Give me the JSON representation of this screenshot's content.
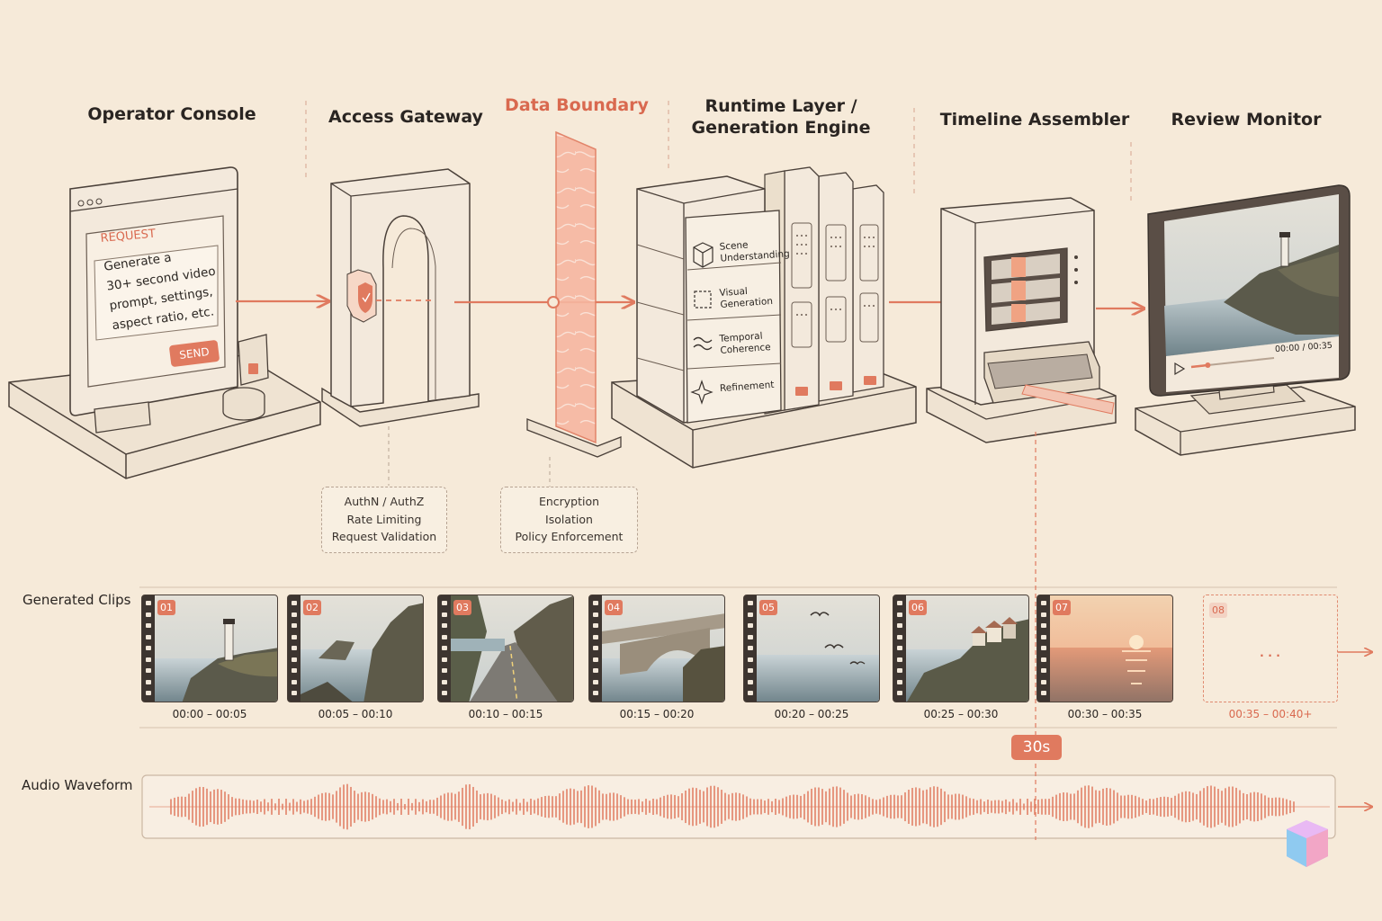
{
  "stages": [
    {
      "title": "Operator Console"
    },
    {
      "title": "Access Gateway"
    },
    {
      "title": "Data Boundary"
    },
    {
      "title_lines": [
        "Runtime Layer /",
        "Generation Engine"
      ]
    },
    {
      "title": "Timeline Assembler"
    },
    {
      "title": "Review Monitor"
    }
  ],
  "console": {
    "request_label": "REQUEST",
    "prompt_lines": [
      "Generate a",
      "30+ second video",
      "prompt, settings,",
      "aspect ratio, etc."
    ],
    "send_label": "SEND"
  },
  "gateway_notes": [
    "AuthN / AuthZ",
    "Rate Limiting",
    "Request Validation"
  ],
  "boundary_notes": [
    "Encryption",
    "Isolation",
    "Policy Enforcement"
  ],
  "engine_modules": [
    {
      "label_lines": [
        "Scene",
        "Understanding"
      ],
      "icon": "cube-icon"
    },
    {
      "label_lines": [
        "Visual",
        "Generation"
      ],
      "icon": "dashed-square-icon"
    },
    {
      "label_lines": [
        "Temporal",
        "Coherence"
      ],
      "icon": "wave-icon"
    },
    {
      "label_lines": [
        "Refinement"
      ],
      "icon": "sparkle-icon"
    }
  ],
  "monitor": {
    "time": "00:00 / 00:35",
    "progress": 0.2
  },
  "clips_row": {
    "label": "Generated Clips",
    "clips": [
      {
        "num": "01",
        "time": "00:00 – 00:05",
        "scene": "lighthouse"
      },
      {
        "num": "02",
        "time": "00:05 – 00:10",
        "scene": "cliffs"
      },
      {
        "num": "03",
        "time": "00:10 – 00:15",
        "scene": "coastal-road"
      },
      {
        "num": "04",
        "time": "00:15 – 00:20",
        "scene": "stone-bridge"
      },
      {
        "num": "05",
        "time": "00:20 – 00:25",
        "scene": "seagulls"
      },
      {
        "num": "06",
        "time": "00:25 – 00:30",
        "scene": "village"
      },
      {
        "num": "07",
        "time": "00:30 – 00:35",
        "scene": "sunset"
      }
    ],
    "pending": {
      "num": "08",
      "time": "00:35 – 00:40+",
      "placeholder": "..."
    }
  },
  "marker": {
    "label": "30s"
  },
  "audio_row": {
    "label": "Audio Waveform"
  },
  "colors": {
    "accent": "#e07a5f",
    "background": "#f6ead9",
    "ink": "#2a2522",
    "boundary": "#f4b8a3"
  }
}
